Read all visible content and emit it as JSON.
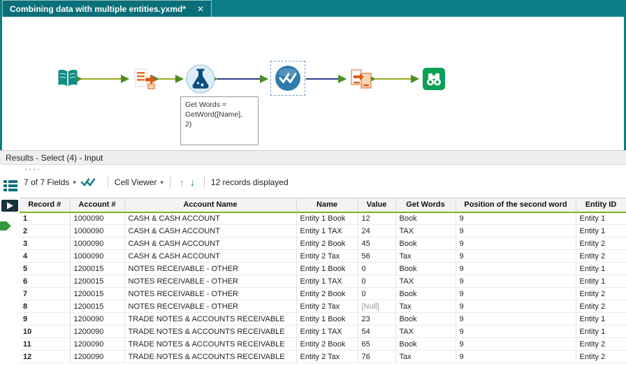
{
  "tab_bar": {
    "tab_title": "Combining data with multiple entities.yxmd*",
    "close_glyph": "✕"
  },
  "canvas": {
    "annotation_text": "Get Words =\nGetWord([Name],\n2)",
    "tool_icons": [
      "input-data-tool-icon",
      "parse-tool-icon",
      "formula-tool-icon",
      "select-tool-icon",
      "transform-tool-icon",
      "browse-tool-icon"
    ]
  },
  "results_panel": {
    "title": "Results - Select (4) - Input",
    "toolbar": {
      "fields_summary": "7 of 7 Fields",
      "chevron_glyph": "▾",
      "cell_viewer_label": "Cell Viewer",
      "up_arrow_glyph": "↑",
      "down_arrow_glyph": "↓",
      "records_summary": "12 records displayed"
    },
    "table": {
      "columns": [
        "Record #",
        "Account #",
        "Account Name",
        "Name",
        "Value",
        "Get Words",
        "Position of the second word",
        "Entity ID"
      ],
      "null_display": "[Null]",
      "rows": [
        [
          "1",
          "1000090",
          "CASH & CASH ACCOUNT",
          "Entity 1 Book",
          "12",
          "Book",
          "9",
          "Entity 1"
        ],
        [
          "2",
          "1000090",
          "CASH & CASH ACCOUNT",
          "Entity 1 TAX",
          "24",
          "TAX",
          "9",
          "Entity 1"
        ],
        [
          "3",
          "1000090",
          "CASH & CASH ACCOUNT",
          "Entity 2 Book",
          "45",
          "Book",
          "9",
          "Entity 2"
        ],
        [
          "4",
          "1000090",
          "CASH & CASH ACCOUNT",
          "Entity 2 Tax",
          "56",
          "Tax",
          "9",
          "Entity 2"
        ],
        [
          "5",
          "1200015",
          "NOTES RECEIVABLE - OTHER",
          "Entity 1 Book",
          "0",
          "Book",
          "9",
          "Entity 1"
        ],
        [
          "6",
          "1200015",
          "NOTES RECEIVABLE - OTHER",
          "Entity 1 TAX",
          "0",
          "TAX",
          "9",
          "Entity 1"
        ],
        [
          "7",
          "1200015",
          "NOTES RECEIVABLE - OTHER",
          "Entity 2 Book",
          "0",
          "Book",
          "9",
          "Entity 2"
        ],
        [
          "8",
          "1200015",
          "NOTES RECEIVABLE - OTHER",
          "Entity 2 Tax",
          "[Null]",
          "Tax",
          "9",
          "Entity 2"
        ],
        [
          "9",
          "1200090",
          "TRADE NOTES & ACCOUNTS RECEIVABLE",
          "Entity 1 Book",
          "23",
          "Book",
          "9",
          "Entity 1"
        ],
        [
          "10",
          "1200090",
          "TRADE NOTES & ACCOUNTS RECEIVABLE",
          "Entity 1 TAX",
          "54",
          "TAX",
          "9",
          "Entity 1"
        ],
        [
          "11",
          "1200090",
          "TRADE NOTES & ACCOUNTS RECEIVABLE",
          "Entity 2 Book",
          "65",
          "Book",
          "9",
          "Entity 2"
        ],
        [
          "12",
          "1200090",
          "TRADE NOTES & ACCOUNTS RECEIVABLE",
          "Entity 2 Tax",
          "76",
          "Tax",
          "9",
          "Entity 2"
        ]
      ]
    }
  },
  "colors": {
    "teal_accent": "#0d7d88",
    "header_underline_green": "#76b82a",
    "connection_green": "#9aa81e",
    "connection_selected_navy": "#2c3792"
  }
}
